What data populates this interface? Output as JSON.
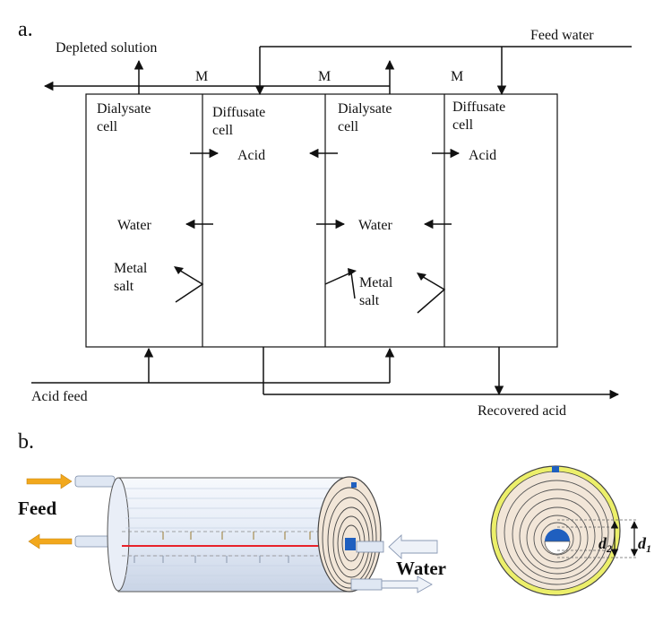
{
  "panel_a": {
    "label": "a.",
    "depleted_solution": "Depleted solution",
    "feed_water": "Feed water",
    "acid_feed": "Acid feed",
    "recovered_acid": "Recovered acid",
    "membrane_marks": [
      "M",
      "M",
      "M"
    ],
    "cells": [
      {
        "line1": "Dialysate",
        "line2": "cell"
      },
      {
        "line1": "Diffusate",
        "line2": "cell"
      },
      {
        "line1": "Dialysate",
        "line2": "cell"
      },
      {
        "line1": "Diffusate",
        "line2": "cell"
      }
    ],
    "species": {
      "acid": "Acid",
      "water": "Water",
      "metal": "Metal",
      "salt": "salt"
    }
  },
  "panel_b": {
    "label": "b.",
    "feed": "Feed",
    "water": "Water",
    "d2": "d",
    "d2_sub": "2",
    "d1": "d",
    "d1_sub": "1"
  },
  "colors": {
    "line": "#111111",
    "feed_arrow": "#f2a81d",
    "water_arrow": "#b9c7dc",
    "red_line": "#e8222a",
    "blue_mark": "#1f5fbf",
    "spiral_fill": "#f2e6d8",
    "yellow_ring": "#ecef6a"
  }
}
